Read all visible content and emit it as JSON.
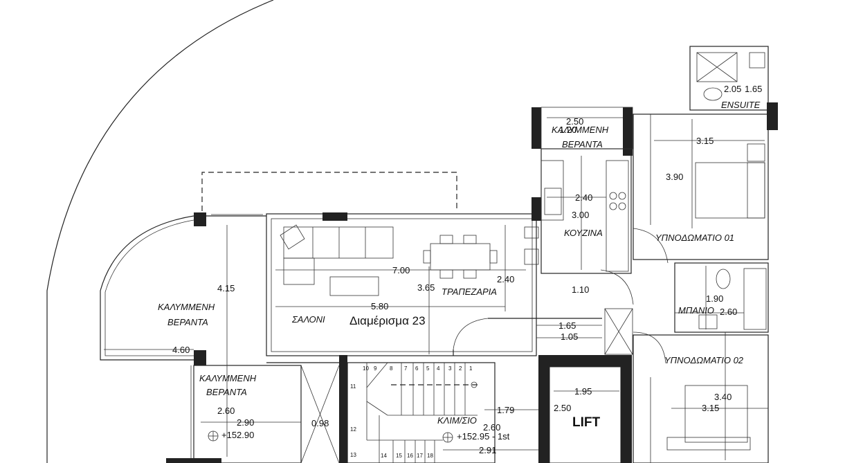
{
  "plan": {
    "apartment_title": "Διαμέρισμα 23",
    "lift_label": "LIFT",
    "rooms": {
      "veranda_covered_left": [
        "ΚΑΛΥΜΜΕΝΗ",
        "ΒΕΡΑΝΤΑ"
      ],
      "veranda_covered_lower": [
        "ΚΑΛΥΜΜΕΝΗ",
        "ΒΕΡΑΝΤΑ"
      ],
      "veranda_covered_top": [
        "ΚΑΛΥΜΜΕΝΗ",
        "ΒΕΡΑΝΤΑ"
      ],
      "living": "ΣΑΛΟΝΙ",
      "dining": "ΤΡΑΠΕΖΑΡΙΑ",
      "kitchen": "ΚΟΥΖΙΝΑ",
      "bedroom_01": "ΥΠΝΟΔΩΜΑΤΙΟ 01",
      "bedroom_02": "ΥΠΝΟΔΩΜΑΤΙΟ 02",
      "bathroom": "ΜΠΑΝΙΟ",
      "ensuite": "ENSUITE",
      "stairs": "ΚΛΙΜ/ΣΙΟ"
    },
    "levels": {
      "level_left": "+152.90",
      "level_stair": "+152.95 - 1st"
    },
    "dimensions": {
      "d_415": "4.15",
      "d_460": "4.60",
      "d_260_left": "2.60",
      "d_290": "2.90",
      "d_098": "0.98",
      "d_700": "7.00",
      "d_580": "5.80",
      "d_365": "3.65",
      "d_240_dining": "2.40",
      "d_110": "1.10",
      "d_300": "3.00",
      "d_240_kitchen": "2.40",
      "d_250_top": "2.50",
      "d_120": "1.20",
      "d_315_top": "3.15",
      "d_390": "3.90",
      "d_205": "2.05",
      "d_165_ens": "1.65",
      "d_190": "1.90",
      "d_260_bath": "2.60",
      "d_165": "1.65",
      "d_105": "1.05",
      "d_195": "1.95",
      "d_250_lift": "2.50",
      "d_179": "1.79",
      "d_260_stair": "2.60",
      "d_291": "2.91",
      "d_340": "3.40",
      "d_315_bottom": "3.15"
    },
    "stair_numbers": [
      "1",
      "2",
      "3",
      "4",
      "5",
      "6",
      "7",
      "8",
      "9",
      "10",
      "11",
      "12",
      "13",
      "14",
      "15",
      "16",
      "17",
      "18"
    ]
  }
}
